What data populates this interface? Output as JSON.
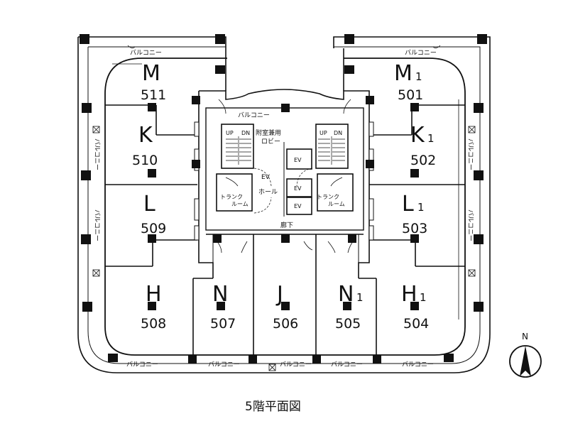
{
  "title": "5階平面図",
  "compass": {
    "letter": "N"
  },
  "units": [
    {
      "type": "M",
      "sub": "",
      "number": "511"
    },
    {
      "type": "K",
      "sub": "",
      "number": "510"
    },
    {
      "type": "L",
      "sub": "",
      "number": "509"
    },
    {
      "type": "H",
      "sub": "",
      "number": "508"
    },
    {
      "type": "N",
      "sub": "",
      "number": "507"
    },
    {
      "type": "J",
      "sub": "",
      "number": "506"
    },
    {
      "type": "N",
      "sub": "1",
      "number": "505"
    },
    {
      "type": "H",
      "sub": "1",
      "number": "504"
    },
    {
      "type": "L",
      "sub": "1",
      "number": "503"
    },
    {
      "type": "K",
      "sub": "1",
      "number": "502"
    },
    {
      "type": "M",
      "sub": "1",
      "number": "501"
    }
  ],
  "labels": {
    "balcony": "バルコニー",
    "ev_hall": "EVホール",
    "ev_hall_line1": "EV",
    "ev_hall_line2": "ホール",
    "lobby_line1": "附室兼用",
    "lobby_line2": "ロビー",
    "corridor": "廊下",
    "trunk_line1": "トランク",
    "trunk_line2": "ルーム",
    "ev": "EV",
    "up": "UP",
    "dn": "DN"
  }
}
